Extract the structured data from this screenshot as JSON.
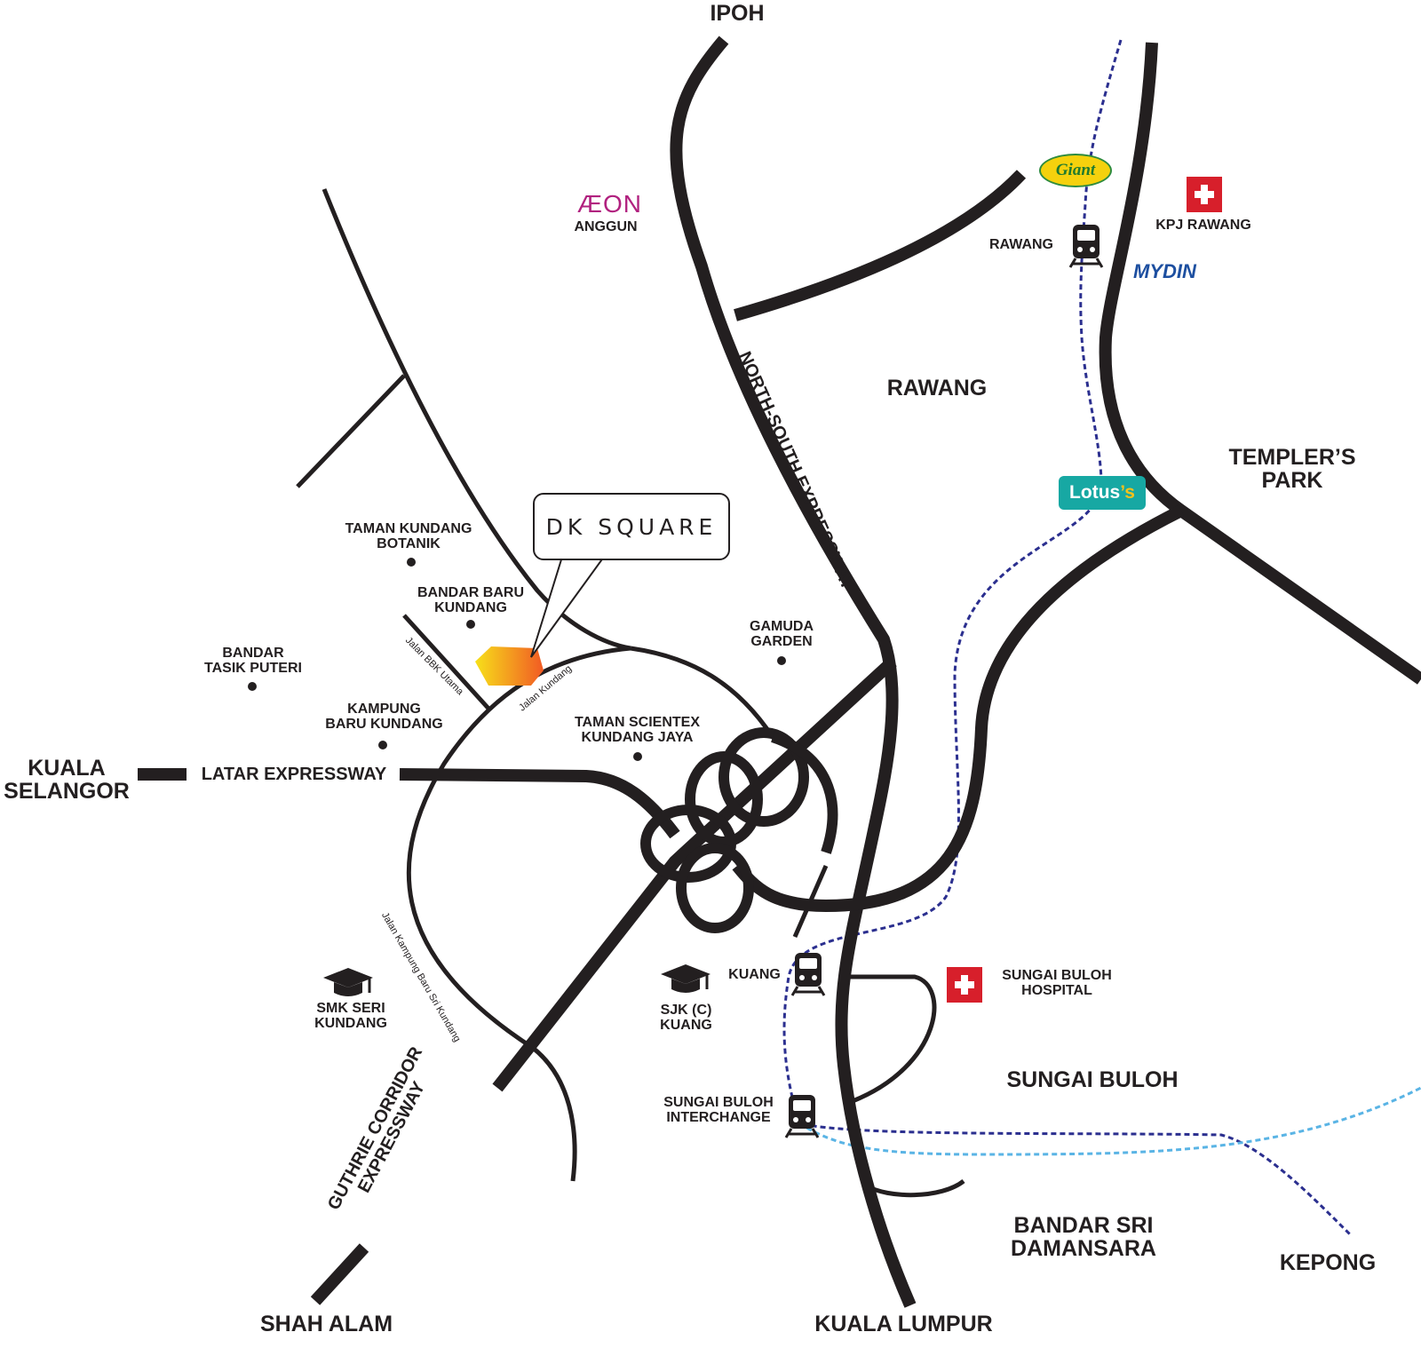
{
  "places": {
    "ipoh": "IPOH",
    "rawang": "RAWANG",
    "templers_park": "TEMPLER’S\nPARK",
    "kuala_selangor": "KUALA\nSELANGOR",
    "shah_alam": "SHAH ALAM",
    "kuala_lumpur": "KUALA LUMPUR",
    "sungai_buloh": "SUNGAI BULOH",
    "bandar_sri_damansara": "BANDAR SRI\nDAMANSARA",
    "kepong": "KEPONG"
  },
  "areas": {
    "taman_kundang_botanik": "TAMAN KUNDANG\nBOTANIK",
    "bandar_baru_kundang": "BANDAR BARU\nKUNDANG",
    "bandar_tasik_puteri": "BANDAR\nTASIK PUTERI",
    "kampung_baru_kundang": "KAMPUNG\nBARU KUNDANG",
    "gamuda_garden": "GAMUDA\nGARDEN",
    "taman_scientex": "TAMAN SCIENTEX\nKUNDANG JAYA"
  },
  "roads": {
    "latar": "LATAR EXPRESSWAY",
    "north_south": "NORTH-SOUTH EXPRESSWAY",
    "guthrie": "GUTHRIE CORRIDOR\nEXPRESSWAY",
    "jalan_bbk_utama": "Jalan BBK Utama",
    "jalan_kundang": "Jalan Kundang",
    "jalan_kampung_baru": "Jalan Kampung Baru Sri Kundang"
  },
  "stations": {
    "rawang": "RAWANG",
    "kuang": "KUANG",
    "sungai_buloh_interchange": "SUNGAI BULOH\nINTERCHANGE"
  },
  "pois": {
    "aeon_logo": "ÆON",
    "aeon_label": "ANGGUN",
    "giant_logo": "Giant",
    "kpj": "KPJ RAWANG",
    "mydin": "MYDIN",
    "lotus_main": "Lotus",
    "lotus_suffix": "’s",
    "sungai_buloh_hospital": "SUNGAI BULOH\nHOSPITAL",
    "smk": "SMK SERI\nKUNDANG",
    "sjk": "SJK (C)\nKUANG"
  },
  "project": {
    "name": "DK SQUARE",
    "marker_colors": [
      "#f7d71a",
      "#f15a24"
    ]
  },
  "colors": {
    "road": "#231f20",
    "ktm_line": "#2b2f8f",
    "mrt_line": "#5ab4e5",
    "hospital": "#d71f2b",
    "aeon": "#b1217f",
    "mydin": "#1d4fa0",
    "lotus": "#17a8a3"
  },
  "icons": {
    "hospital": "hospital-cross-icon",
    "train": "train-icon",
    "school": "graduation-cap-icon",
    "dot": "location-dot-icon"
  }
}
